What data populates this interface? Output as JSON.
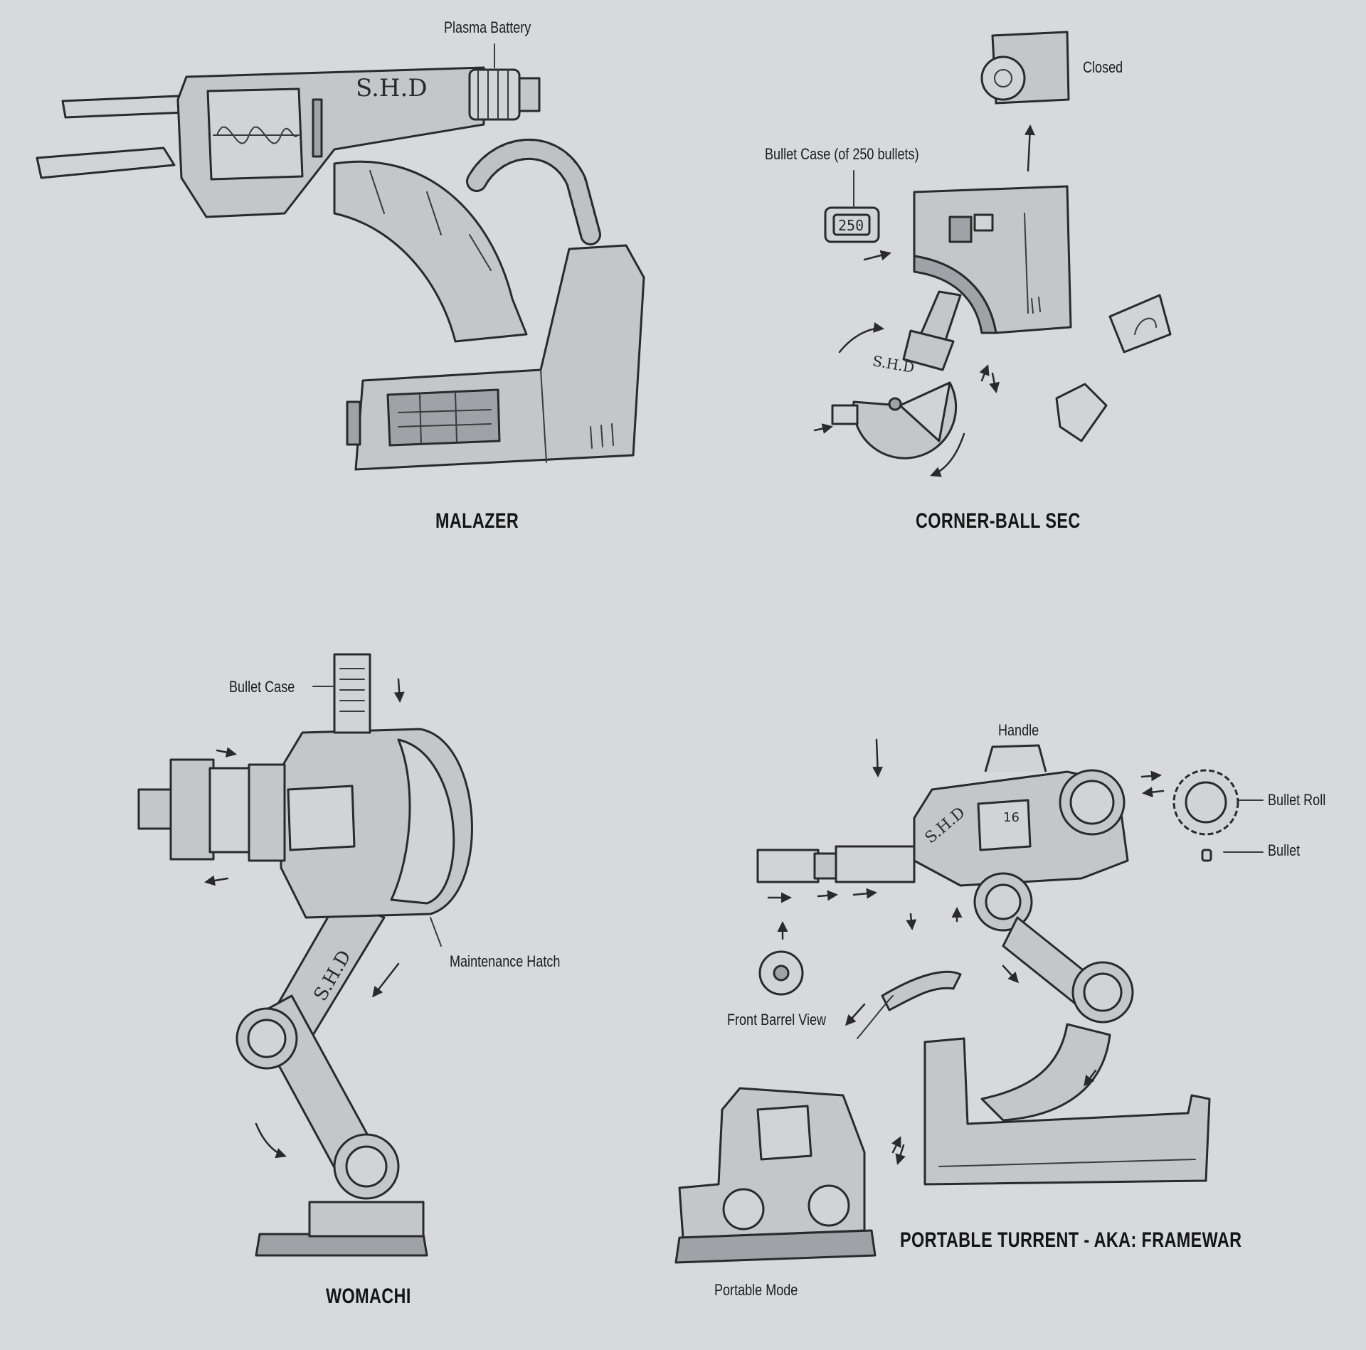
{
  "colors": {
    "background": "#d8d9dd",
    "ink": "#2a2a2a",
    "metal": "#c4c6ca",
    "shadow": "#9fa2a7"
  },
  "malazer": {
    "title": "MALAZER",
    "callout_plasma_battery": "Plasma Battery",
    "emblem": "S.H.D"
  },
  "corner_ball": {
    "title": "CORNER-BALL SEC",
    "callout_closed": "Closed",
    "callout_bullet_case": "Bullet Case (of 250 bullets)",
    "counter": "250",
    "emblem": "S.H.D"
  },
  "womachi": {
    "title": "WOMACHI",
    "callout_bullet_case": "Bullet Case",
    "callout_hatch": "Maintenance Hatch",
    "emblem": "S.H.D"
  },
  "framewar": {
    "title": "PORTABLE TURRENT - AKA: FRAMEWAR",
    "callout_handle": "Handle",
    "callout_bullet_roll": "Bullet Roll",
    "callout_bullet": "Bullet",
    "callout_front_barrel": "Front Barrel View",
    "callout_portable_mode": "Portable Mode",
    "counter": "16",
    "emblem": "S.H.D"
  }
}
